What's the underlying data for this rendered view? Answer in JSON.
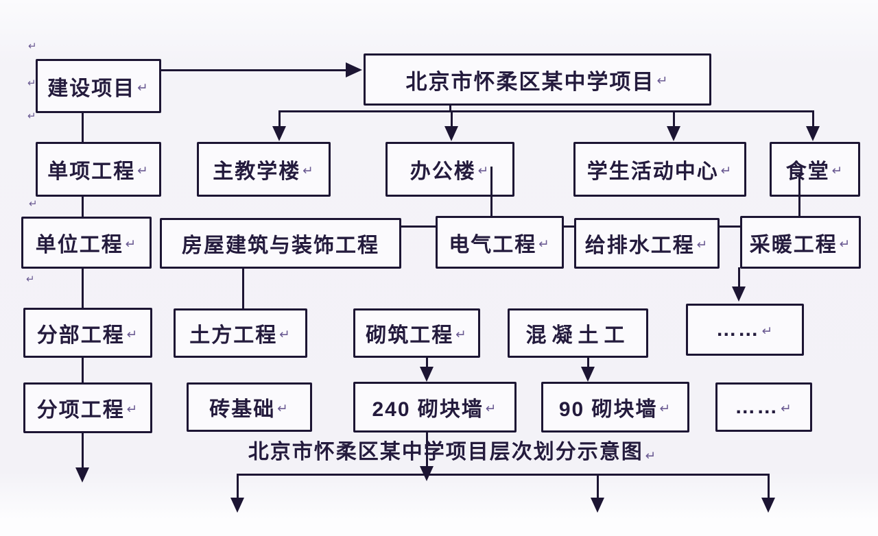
{
  "boxes": {
    "jianshe": {
      "label": "建设项目"
    },
    "title": {
      "label": "北京市怀柔区某中学项目"
    },
    "danxiang": {
      "label": "单项工程"
    },
    "zhujiao": {
      "label": "主教学楼"
    },
    "bangong": {
      "label": "办公楼"
    },
    "xuesheng": {
      "label": "学生活动中心"
    },
    "shitang": {
      "label": "食堂"
    },
    "danwei": {
      "label": "单位工程"
    },
    "fangwu": {
      "label": "房屋建筑与装饰工程"
    },
    "dianqi": {
      "label": "电气工程"
    },
    "geipaishui": {
      "label": "给排水工程"
    },
    "cainuan": {
      "label": "采暖工程"
    },
    "fenbu": {
      "label": "分部工程"
    },
    "tufang": {
      "label": "土方工程"
    },
    "qizhu": {
      "label": "砌筑工程"
    },
    "hunningtu": {
      "label": "混凝土工"
    },
    "ellipsis1": {
      "label": "……"
    },
    "fenxiang": {
      "label": "分项工程"
    },
    "zhuanjichu": {
      "label": "砖基础"
    },
    "wall240": {
      "label": "240 砌块墙"
    },
    "wall90": {
      "label": "90 砌块墙"
    },
    "ellipsis2": {
      "label": "……"
    }
  },
  "caption": "北京市怀柔区某中学项目层次划分示意图",
  "marks": {
    "line_break": "↵"
  },
  "colors": {
    "ink": "#1c1533",
    "background": "#f3f2f7",
    "mark": "#6a5a92"
  }
}
